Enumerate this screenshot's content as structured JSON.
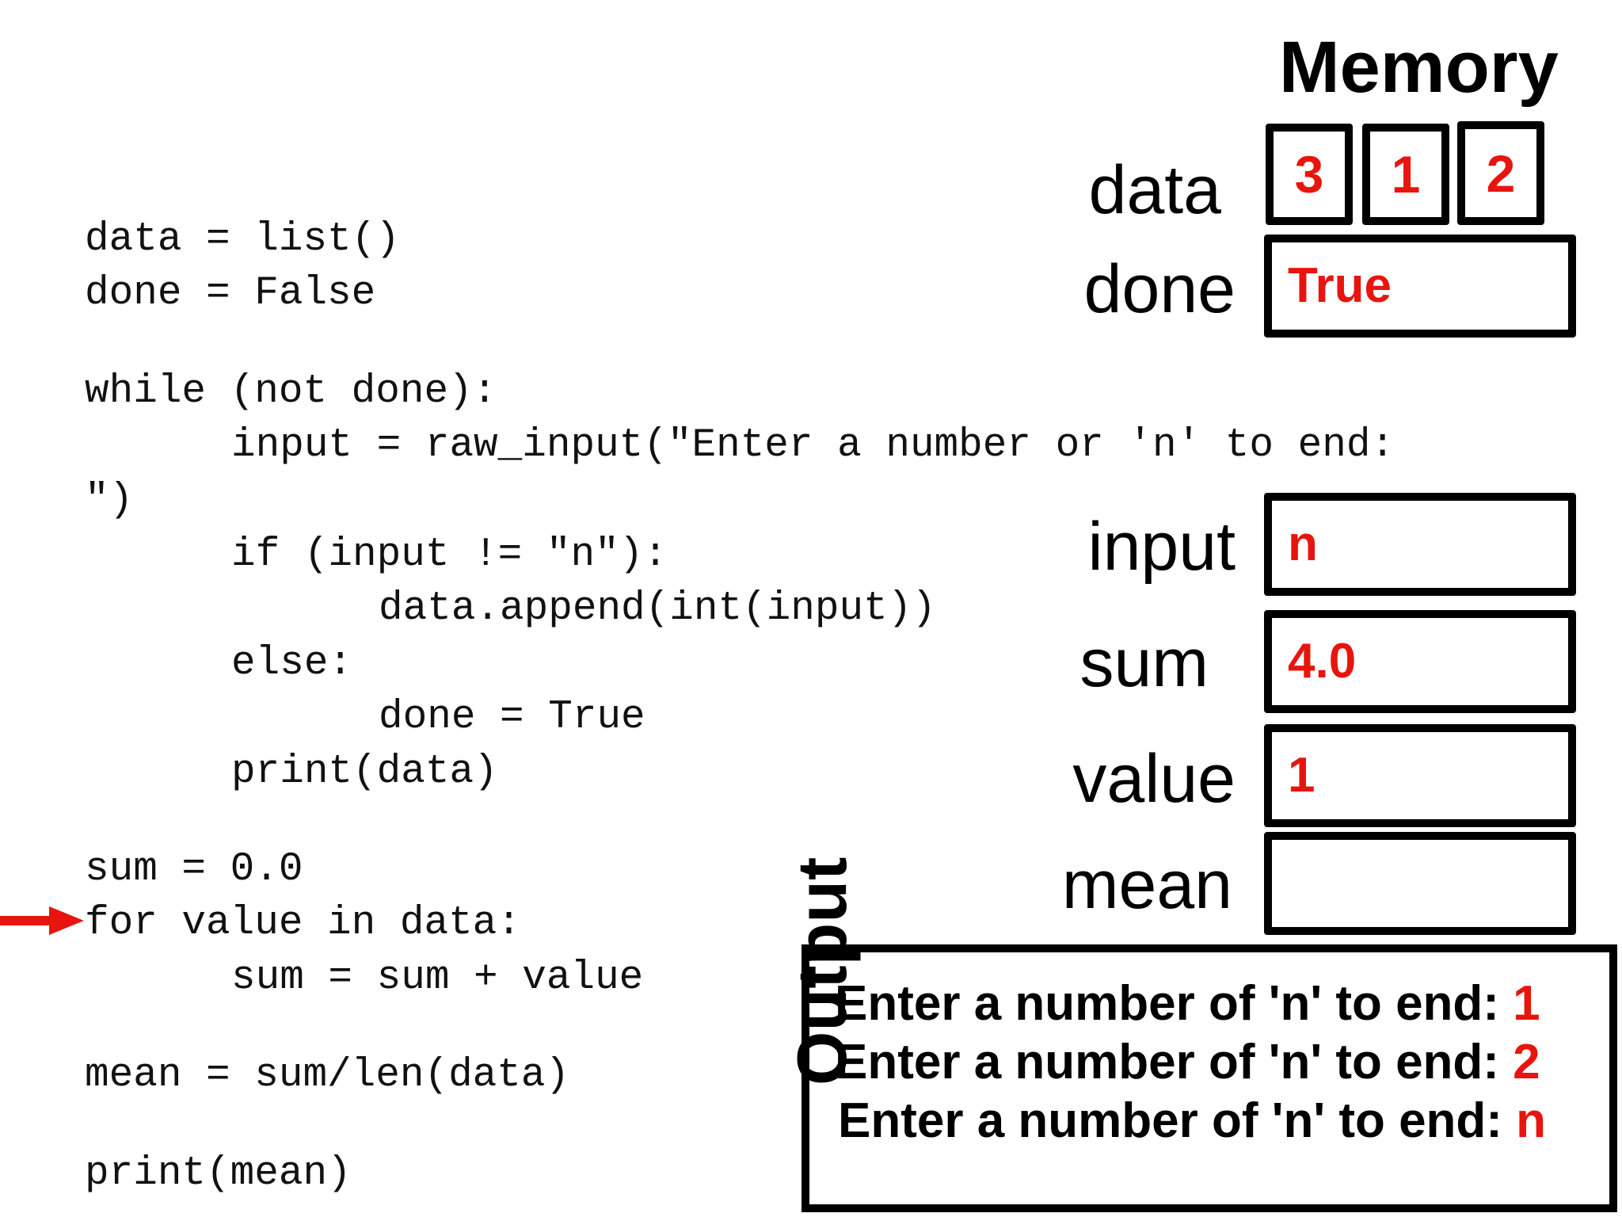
{
  "code": {
    "lines": [
      "data = list()",
      "done = False",
      "while (not done):",
      "input = raw_input(\"Enter a number or 'n' to end:",
      "\")",
      "if (input != \"n\"):",
      "data.append(int(input))",
      "else:",
      "done = True",
      "print(data)",
      "sum = 0.0",
      "for value in data:",
      "sum = sum + value",
      "mean = sum/len(data)",
      "print(mean)"
    ],
    "current_line_marker": "arrow"
  },
  "memory": {
    "title": "Memory",
    "data": {
      "label": "data",
      "cells": [
        "3",
        "1",
        "2"
      ]
    },
    "done": {
      "label": "done",
      "value": "True"
    },
    "input": {
      "label": "input",
      "value": "n"
    },
    "sum": {
      "label": "sum",
      "value": "4.0"
    },
    "value": {
      "label": "value",
      "value": "1"
    },
    "mean": {
      "label": "mean",
      "value": ""
    }
  },
  "output": {
    "label": "Output",
    "lines": [
      {
        "prompt": "Enter a number of 'n' to end: ",
        "response": "1"
      },
      {
        "prompt": "Enter a number of 'n' to end: ",
        "response": "2"
      },
      {
        "prompt": "Enter a number of 'n' to end: ",
        "response": "n"
      }
    ]
  },
  "colors": {
    "highlight": "#e8150e",
    "arrow": "#e8150e"
  }
}
